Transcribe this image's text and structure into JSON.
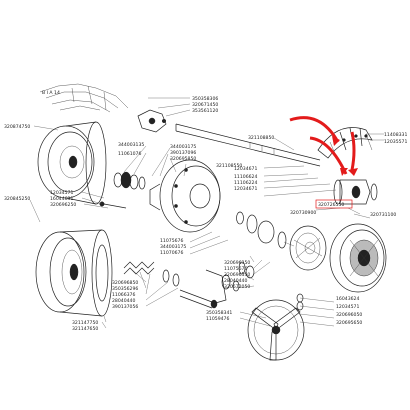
{
  "diagram": {
    "top_left_text": "B I A 14",
    "accent": "#e31b1b",
    "labels": {
      "p350358306": "350358306",
      "p320671450": "320671450",
      "p353561120": "353561120",
      "p320874750": "320874750",
      "p344003135": "344003135",
      "p344003175": "344003175",
      "p390137096": "390137096",
      "p11061076a": "11061076",
      "p320695850": "320695850",
      "p321108850": "321108850",
      "p11408331": "11408331",
      "p12035571": "12035571",
      "p12034671a": "12034671",
      "p11106624": "11106624",
      "p11106224": "11106224",
      "p12034671b": "12034671",
      "p321108550": "321108550",
      "p12034571": "12034571",
      "p16044631": "16044631",
      "p320696250": "320696250",
      "p320845250": "320845250",
      "p320726550": "320726550",
      "p320730900": "320730900",
      "p320731100": "320731100",
      "p11075676": "11075676",
      "p344003175b": "344003175",
      "p11070676": "11070676",
      "p320696350": "320696350",
      "p11075676b": "11075676",
      "p320696550": "320696550",
      "p28040440": "28040440",
      "p320672050": "320672050",
      "p320696850": "320696850",
      "p350356296": "350356296",
      "p11066376": "11066376",
      "p28040440b": "28040440",
      "p390137056": "390137056",
      "p321147750": "321147750",
      "p321147650": "321147650",
      "p350358341": "350358341",
      "p11059476": "11059476",
      "p16043624": "16043624",
      "p12034571b": "12034571",
      "p320696050": "320696050",
      "p320695650": "320695650"
    }
  }
}
